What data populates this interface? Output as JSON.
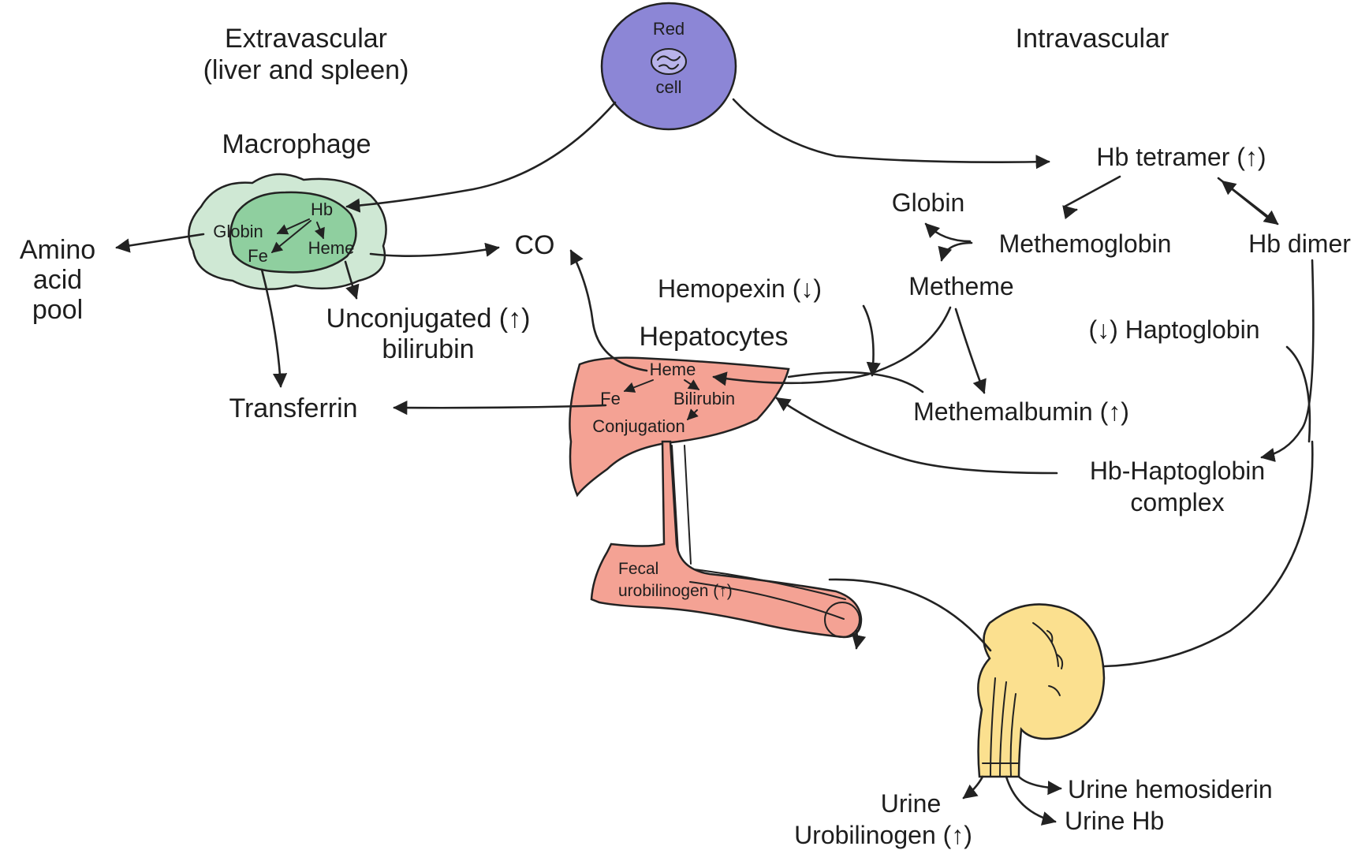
{
  "regions": {
    "extravascular_line1": "Extravascular",
    "extravascular_line2": "(liver and spleen)",
    "intravascular": "Intravascular"
  },
  "red_cell": {
    "line1": "Red",
    "line2": "cell"
  },
  "macrophage": {
    "title": "Macrophage",
    "hb": "Hb",
    "globin": "Globin",
    "fe": "Fe",
    "heme": "Heme"
  },
  "amino_acid_pool": [
    "Amino",
    "acid",
    "pool"
  ],
  "co": "CO",
  "unconjugated_bilirubin": {
    "line1": "Unconjugated (↑)",
    "line2": "bilirubin"
  },
  "transferrin": "Transferrin",
  "hepatocytes": {
    "title": "Hepatocytes",
    "heme": "Heme",
    "fe": "Fe",
    "bilirubin": "Bilirubin",
    "conjugation": "Conjugation"
  },
  "fecal_urobilinogen": {
    "line1": "Fecal",
    "line2": "urobilinogen (↑)"
  },
  "hemopexin": "Hemopexin (↓)",
  "globin": "Globin",
  "methemoglobin": "Methemoglobin",
  "hb_tetramer": "Hb tetramer (↑)",
  "hb_dimer": "Hb dimer",
  "metheme": "Metheme",
  "haptoglobin": "(↓) Haptoglobin",
  "methemalbumin": "Methemalbumin (↑)",
  "hb_haptoglobin_complex": {
    "line1": "Hb-Haptoglobin",
    "line2": "complex"
  },
  "urine": {
    "urobilinogen_line1": "Urine",
    "urobilinogen_line2": "Urobilinogen (↑)",
    "hemosiderin": "Urine hemosiderin",
    "hb": "Urine Hb"
  },
  "colors": {
    "red_cell": "#8c86d6",
    "macrophage_outer": "#cfe8d4",
    "macrophage_inner": "#8fcf9f",
    "liver": "#f4a294",
    "kidney": "#fbe08f",
    "line": "#222222"
  }
}
